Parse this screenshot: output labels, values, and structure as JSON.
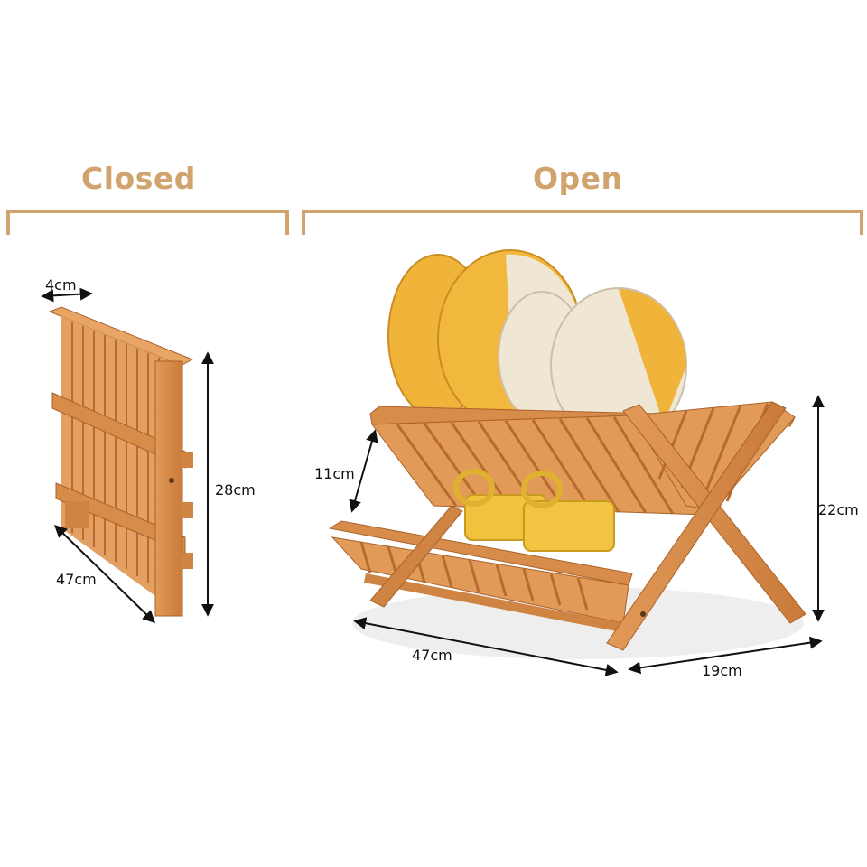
{
  "headings": {
    "closed": "Closed",
    "open": "Open"
  },
  "dimensions": {
    "closed_depth": "4cm",
    "closed_height": "28cm",
    "closed_length": "47cm",
    "open_tier_gap": "11cm",
    "open_height": "22cm",
    "open_length": "47cm",
    "open_width": "19cm"
  },
  "colors": {
    "heading": "#d1a46e",
    "bamboo": "#d78c4a",
    "bamboo_dark": "#b86b2e",
    "plate_yellow": "#f0b43a",
    "plate_white": "#efe6d4"
  }
}
